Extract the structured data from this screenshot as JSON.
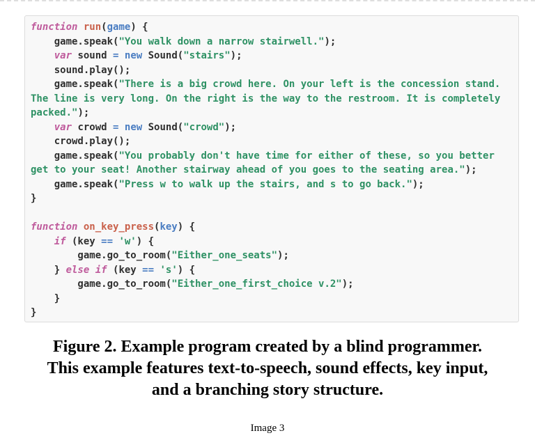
{
  "code_block": {
    "language": "javascript",
    "colors": {
      "code-bg": "#f8f8f8",
      "code-border": "#dcdcdc",
      "tok-pl": "#2f2f2f",
      "tok-kw": "#bf5b9c",
      "tok-fn": "#c9604a",
      "tok-bl": "#4a7dc2",
      "tok-st": "#2e9164"
    },
    "lines": [
      [
        [
          "kw",
          "function "
        ],
        [
          "fn",
          "run"
        ],
        [
          "pl",
          "("
        ],
        [
          "bl",
          "game"
        ],
        [
          "pl",
          ") {"
        ]
      ],
      [
        [
          "pl",
          "    game.speak("
        ],
        [
          "st",
          "\"You walk down a narrow stairwell.\""
        ],
        [
          "pl",
          ");"
        ]
      ],
      [
        [
          "pl",
          "    "
        ],
        [
          "kw",
          "var"
        ],
        [
          "pl",
          " sound "
        ],
        [
          "bl",
          "="
        ],
        [
          "pl",
          " "
        ],
        [
          "bl",
          "new"
        ],
        [
          "pl",
          " Sound("
        ],
        [
          "st",
          "\"stairs\""
        ],
        [
          "pl",
          ");"
        ]
      ],
      [
        [
          "pl",
          "    sound.play();"
        ]
      ],
      [
        [
          "pl",
          "    game.speak("
        ],
        [
          "st",
          "\"There is a big crowd here. On your left is the concession stand."
        ]
      ],
      [
        [
          "st",
          "The line is very long. On the right is the way to the restroom. It is completely"
        ]
      ],
      [
        [
          "st",
          "packed.\""
        ],
        [
          "pl",
          ");"
        ]
      ],
      [
        [
          "pl",
          "    "
        ],
        [
          "kw",
          "var"
        ],
        [
          "pl",
          " crowd "
        ],
        [
          "bl",
          "="
        ],
        [
          "pl",
          " "
        ],
        [
          "bl",
          "new"
        ],
        [
          "pl",
          " Sound("
        ],
        [
          "st",
          "\"crowd\""
        ],
        [
          "pl",
          ");"
        ]
      ],
      [
        [
          "pl",
          "    crowd.play();"
        ]
      ],
      [
        [
          "pl",
          "    game.speak("
        ],
        [
          "st",
          "\"You probably don't have time for either of these, so you better"
        ]
      ],
      [
        [
          "st",
          "get to your seat! Another stairway ahead of you goes to the seating area.\""
        ],
        [
          "pl",
          ");"
        ]
      ],
      [
        [
          "pl",
          "    game.speak("
        ],
        [
          "st",
          "\"Press w to walk up the stairs, and s to go back.\""
        ],
        [
          "pl",
          ");"
        ]
      ],
      [
        [
          "pl",
          "}"
        ]
      ],
      [],
      [
        [
          "kw",
          "function "
        ],
        [
          "fn",
          "on_key_press"
        ],
        [
          "pl",
          "("
        ],
        [
          "bl",
          "key"
        ],
        [
          "pl",
          ") {"
        ]
      ],
      [
        [
          "pl",
          "    "
        ],
        [
          "kw",
          "if"
        ],
        [
          "pl",
          " (key "
        ],
        [
          "bl",
          "=="
        ],
        [
          "pl",
          " "
        ],
        [
          "st",
          "'w'"
        ],
        [
          "pl",
          ") {"
        ]
      ],
      [
        [
          "pl",
          "        game.go_to_room("
        ],
        [
          "st",
          "\"Either_one_seats\""
        ],
        [
          "pl",
          ");"
        ]
      ],
      [
        [
          "pl",
          "    } "
        ],
        [
          "kw",
          "else"
        ],
        [
          "pl",
          " "
        ],
        [
          "kw",
          "if"
        ],
        [
          "pl",
          " (key "
        ],
        [
          "bl",
          "=="
        ],
        [
          "pl",
          " "
        ],
        [
          "st",
          "'s'"
        ],
        [
          "pl",
          ") {"
        ]
      ],
      [
        [
          "pl",
          "        game.go_to_room("
        ],
        [
          "st",
          "\"Either_one_first_choice v.2\""
        ],
        [
          "pl",
          ");"
        ]
      ],
      [
        [
          "pl",
          "    }"
        ]
      ],
      [
        [
          "pl",
          "}"
        ]
      ]
    ]
  },
  "caption": {
    "lines": [
      "Figure 2. Example program created by a blind programmer.",
      "This example features text-to-speech, sound effects, key input,",
      "and a branching story structure."
    ]
  },
  "footer": {
    "image_label": "Image 3"
  }
}
